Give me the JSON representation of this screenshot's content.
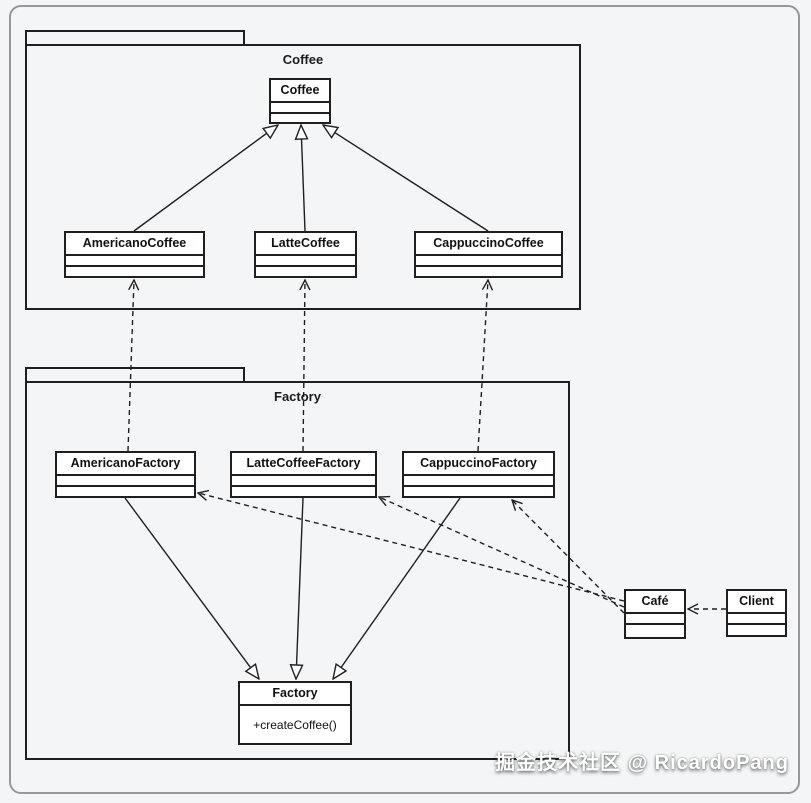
{
  "packages": {
    "coffee": {
      "label": "Coffee"
    },
    "factory": {
      "label": "Factory"
    }
  },
  "classes": {
    "coffee": {
      "name": "Coffee"
    },
    "americanoCoffee": {
      "name": "AmericanoCoffee"
    },
    "latteCoffee": {
      "name": "LatteCoffee"
    },
    "cappuccinoCoffee": {
      "name": "CappuccinoCoffee"
    },
    "americanoFactory": {
      "name": "AmericanoFactory"
    },
    "latteCoffeeFactory": {
      "name": "LatteCoffeeFactory"
    },
    "cappuccinoFactory": {
      "name": "CappuccinoFactory"
    },
    "factory": {
      "name": "Factory",
      "method": "+createCoffee()"
    },
    "cafe": {
      "name": "Café"
    },
    "client": {
      "name": "Client"
    }
  },
  "relationships": [
    {
      "from": "AmericanoCoffee",
      "to": "Coffee",
      "type": "generalization"
    },
    {
      "from": "LatteCoffee",
      "to": "Coffee",
      "type": "generalization"
    },
    {
      "from": "CappuccinoCoffee",
      "to": "Coffee",
      "type": "generalization"
    },
    {
      "from": "AmericanoFactory",
      "to": "Factory",
      "type": "generalization"
    },
    {
      "from": "LatteCoffeeFactory",
      "to": "Factory",
      "type": "generalization"
    },
    {
      "from": "CappuccinoFactory",
      "to": "Factory",
      "type": "generalization"
    },
    {
      "from": "AmericanoFactory",
      "to": "AmericanoCoffee",
      "type": "dependency"
    },
    {
      "from": "LatteCoffeeFactory",
      "to": "LatteCoffee",
      "type": "dependency"
    },
    {
      "from": "CappuccinoFactory",
      "to": "CappuccinoCoffee",
      "type": "dependency"
    },
    {
      "from": "Café",
      "to": "AmericanoFactory",
      "type": "dependency"
    },
    {
      "from": "Café",
      "to": "LatteCoffeeFactory",
      "type": "dependency"
    },
    {
      "from": "Café",
      "to": "CappuccinoFactory",
      "type": "dependency"
    },
    {
      "from": "Client",
      "to": "Café",
      "type": "dependency"
    }
  ],
  "watermark": "掘金技术社区 @ RicardoPang",
  "colors": {
    "line": "#1f1f1f",
    "box_fill": "#ffffff",
    "background": "#f4f5f6",
    "frame_border": "#94989c",
    "watermark_text": "#ffffff"
  }
}
